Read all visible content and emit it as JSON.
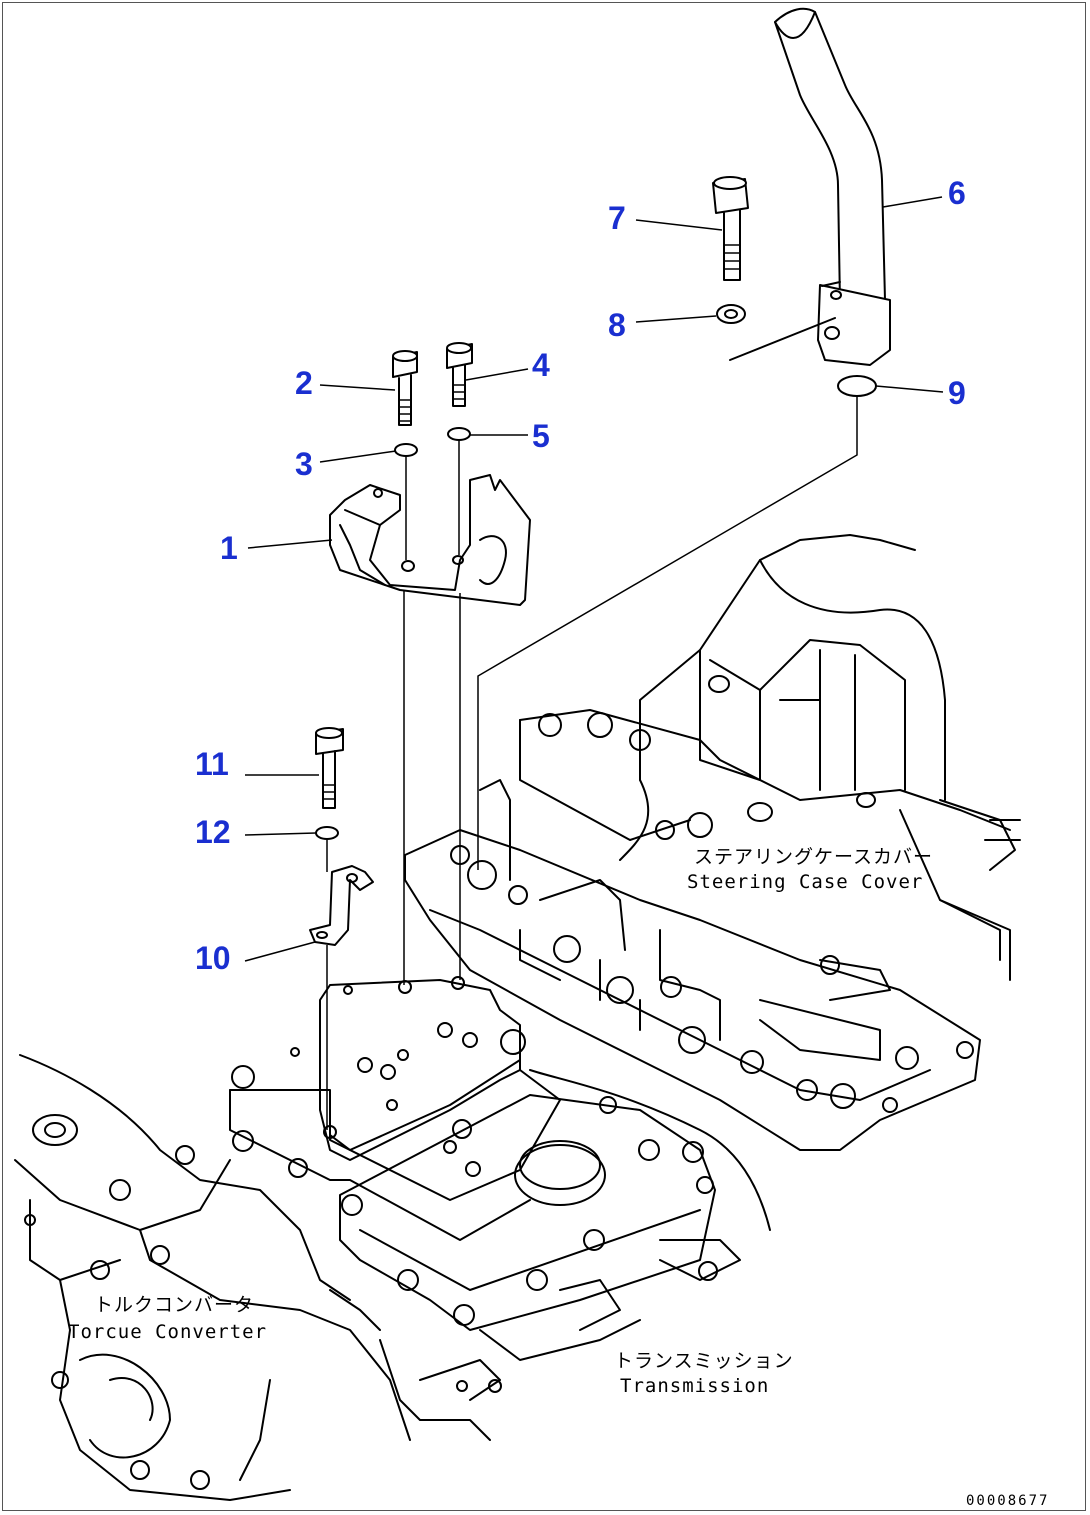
{
  "callouts": {
    "c1": "1",
    "c2": "2",
    "c3": "3",
    "c4": "4",
    "c5": "5",
    "c6": "6",
    "c7": "7",
    "c8": "8",
    "c9": "9",
    "c10": "10",
    "c11": "11",
    "c12": "12"
  },
  "labels": {
    "steering_jp": "ステアリングケースカバー",
    "steering_en": "Steering Case Cover",
    "torque_jp": "トルクコンバータ",
    "torque_en": "Torcue Converter",
    "trans_jp": "トランスミッション",
    "trans_en": "Transmission"
  },
  "document_id": "00008677",
  "colors": {
    "callout": "#1a2fd0",
    "line": "#000000"
  }
}
